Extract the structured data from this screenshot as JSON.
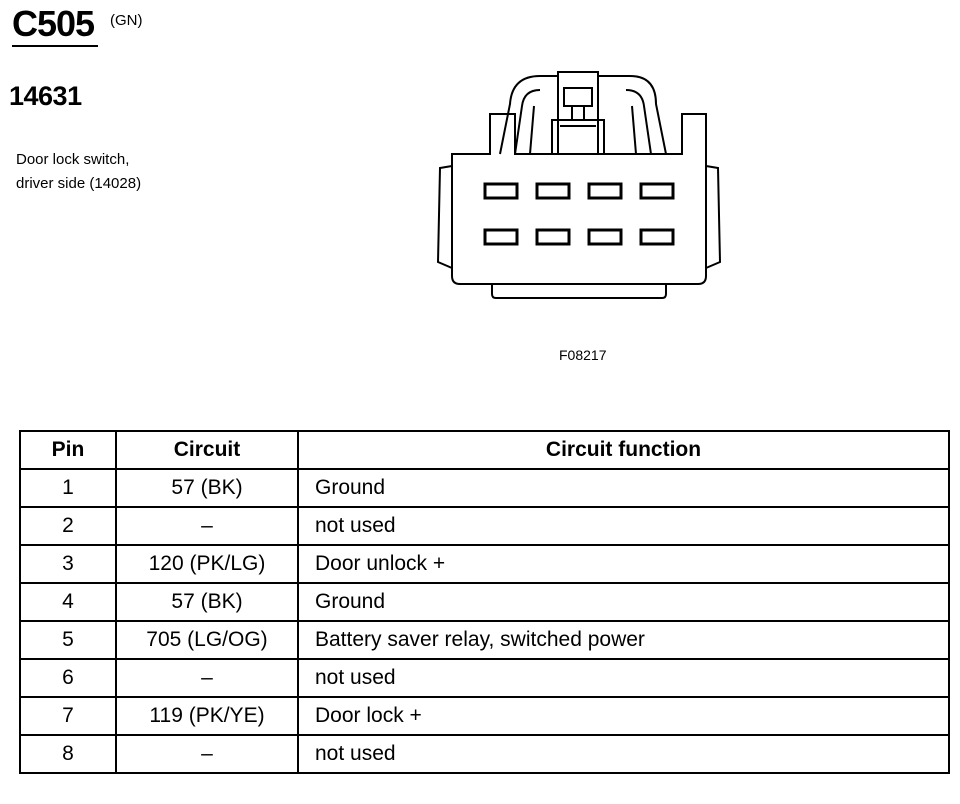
{
  "header": {
    "connector_id": "C505",
    "color_code": "(GN)",
    "part_number": "14631",
    "description_lines": [
      "Door lock switch,",
      "driver side (14028)"
    ]
  },
  "figure": {
    "figure_id": "F08217",
    "terminal_rows": 2,
    "terminals_per_row": 4
  },
  "table": {
    "headers": [
      "Pin",
      "Circuit",
      "Circuit function"
    ],
    "rows": [
      {
        "pin": "1",
        "circuit": "57 (BK)",
        "function": "Ground"
      },
      {
        "pin": "2",
        "circuit": "–",
        "function": "not used"
      },
      {
        "pin": "3",
        "circuit": "120 (PK/LG)",
        "function": "Door unlock +"
      },
      {
        "pin": "4",
        "circuit": "57 (BK)",
        "function": "Ground"
      },
      {
        "pin": "5",
        "circuit": "705 (LG/OG)",
        "function": "Battery saver relay, switched power"
      },
      {
        "pin": "6",
        "circuit": "–",
        "function": "not used"
      },
      {
        "pin": "7",
        "circuit": "119 (PK/YE)",
        "function": "Door lock +"
      },
      {
        "pin": "8",
        "circuit": "–",
        "function": "not used"
      }
    ]
  }
}
